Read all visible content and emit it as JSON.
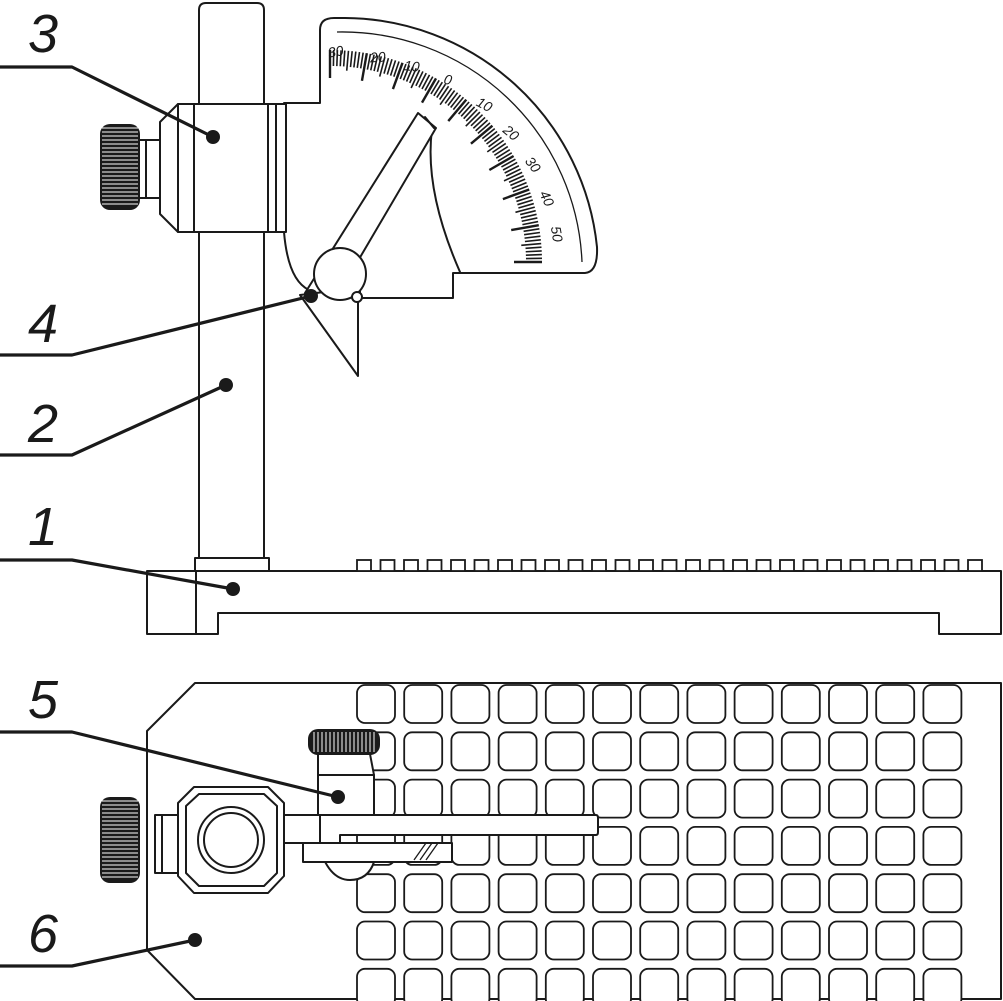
{
  "diagram": {
    "callouts": [
      {
        "id": "c3",
        "label": "3"
      },
      {
        "id": "c4",
        "label": "4"
      },
      {
        "id": "c2",
        "label": "2"
      },
      {
        "id": "c1",
        "label": "1"
      },
      {
        "id": "c5",
        "label": "5"
      },
      {
        "id": "c6",
        "label": "6"
      }
    ],
    "protractor": {
      "left_labels": [
        "30",
        "20",
        "10",
        "0"
      ],
      "right_labels": [
        "10",
        "20",
        "30",
        "40",
        "50"
      ]
    }
  },
  "colors": {
    "line": "#1a1a1a",
    "background": "#ffffff"
  }
}
